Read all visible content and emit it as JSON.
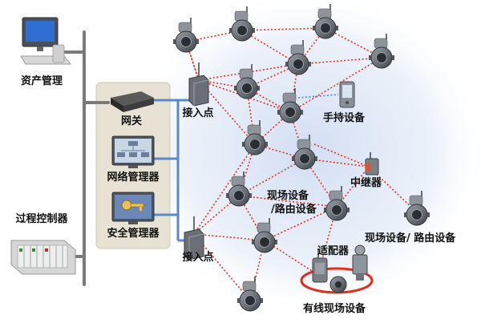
{
  "labels": {
    "asset_management": "资产管理",
    "process_controller": "过程控制器",
    "gateway": "网关",
    "network_manager": "网络管理器",
    "security_manager": "安全管理器",
    "access_point_top": "接入点",
    "access_point_bottom": "接入点",
    "handheld_device": "手持设备",
    "repeater": "中继器",
    "field_router_mid_line1": "现场设备",
    "field_router_mid_line2": "/路由设备",
    "field_router_right": "现场设备/ 路由设备",
    "adapter": "适配器",
    "wired_field_device": "有线现场设备"
  },
  "colors": {
    "mesh_link": "#e0301e",
    "wired_link": "#5a8ac8",
    "wireless_dotted": "#5a8ac8",
    "backbone": "#7a7a7a",
    "panel": "#e8e2d4",
    "cloud": "#dce6f5",
    "wired_loop": "#e0301e"
  }
}
